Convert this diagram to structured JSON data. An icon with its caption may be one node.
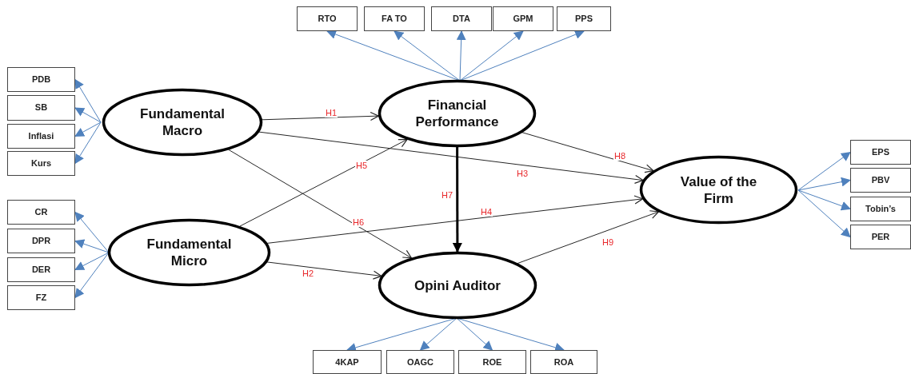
{
  "diagram": {
    "nodes": [
      {
        "text": [
          "Fundamental Macro"
        ]
      },
      {
        "text": [
          "Fundamental Micro"
        ]
      },
      {
        "text": [
          "Financial Performance"
        ]
      },
      {
        "text": [
          "Opini Auditor"
        ]
      },
      {
        "text": [
          "Value of the Firm"
        ]
      },
      {
        "text": [
          "RTO"
        ]
      },
      {
        "text": [
          "FA TO"
        ]
      },
      {
        "text": [
          "DTA"
        ]
      },
      {
        "text": [
          "GPM"
        ]
      },
      {
        "text": [
          "PPS"
        ]
      },
      {
        "text": [
          "PDB"
        ]
      },
      {
        "text": [
          "SB"
        ]
      },
      {
        "text": [
          "Inflasi"
        ]
      },
      {
        "text": [
          "Kurs"
        ]
      },
      {
        "text": [
          "CR"
        ]
      },
      {
        "text": [
          "DPR"
        ]
      },
      {
        "text": [
          "DER"
        ]
      },
      {
        "text": [
          "FZ"
        ]
      },
      {
        "text": [
          "4KAP"
        ]
      },
      {
        "text": [
          "OAGC"
        ]
      },
      {
        "text": [
          "ROE"
        ]
      },
      {
        "text": [
          "ROA"
        ]
      },
      {
        "text": [
          "EPS"
        ]
      },
      {
        "text": [
          "PBV"
        ]
      },
      {
        "text": [
          "Tobin’s"
        ]
      },
      {
        "text": [
          "PER"
        ]
      }
    ],
    "edges": [
      {
        "from": 2,
        "to": 5,
        "arrow": "to"
      },
      {
        "from": 2,
        "to": 6,
        "arrow": "to"
      },
      {
        "from": 2,
        "to": 7,
        "arrow": "to"
      },
      {
        "from": 2,
        "to": 8,
        "arrow": "to"
      },
      {
        "from": 2,
        "to": 9,
        "arrow": "to"
      },
      {
        "from": 0,
        "to": 10,
        "arrow": "to"
      },
      {
        "from": 0,
        "to": 11,
        "arrow": "to"
      },
      {
        "from": 0,
        "to": 12,
        "arrow": "to"
      },
      {
        "from": 0,
        "to": 13,
        "arrow": "to"
      },
      {
        "from": 1,
        "to": 14,
        "arrow": "to"
      },
      {
        "from": 1,
        "to": 15,
        "arrow": "to"
      },
      {
        "from": 1,
        "to": 16,
        "arrow": "to"
      },
      {
        "from": 1,
        "to": 17,
        "arrow": "to"
      },
      {
        "from": 3,
        "to": 18,
        "arrow": "to"
      },
      {
        "from": 3,
        "to": 19,
        "arrow": "to"
      },
      {
        "from": 3,
        "to": 20,
        "arrow": "to"
      },
      {
        "from": 3,
        "to": 21,
        "arrow": "to"
      },
      {
        "from": 4,
        "to": 22,
        "arrow": "to"
      },
      {
        "from": 4,
        "to": 23,
        "arrow": "to"
      },
      {
        "from": 4,
        "to": 24,
        "arrow": "to"
      },
      {
        "from": 4,
        "to": 25,
        "arrow": "to"
      },
      {
        "from": 0,
        "to": 2,
        "arrow": "to",
        "label": "H1",
        "color": "#262626"
      },
      {
        "from": 0,
        "to": 4,
        "arrow": "to",
        "label": "H3",
        "color": "#262626"
      },
      {
        "from": 0,
        "to": 3,
        "arrow": "to",
        "label": "H6",
        "color": "#262626"
      },
      {
        "from": 1,
        "to": 2,
        "arrow": "to",
        "label": "H5",
        "color": "#262626"
      },
      {
        "from": 1,
        "to": 4,
        "arrow": "to",
        "label": "H4",
        "color": "#262626"
      },
      {
        "from": 1,
        "to": 3,
        "arrow": "to",
        "label": "H2",
        "color": "#262626"
      },
      {
        "from": 2,
        "to": 3,
        "arrow": "to",
        "label": "H7",
        "color": "#000000",
        "style": "thick"
      },
      {
        "from": 2,
        "to": 4,
        "arrow": "to",
        "label": "H8",
        "color": "#262626"
      },
      {
        "from": 3,
        "to": 4,
        "arrow": "to",
        "label": "H9",
        "color": "#262626"
      }
    ]
  }
}
